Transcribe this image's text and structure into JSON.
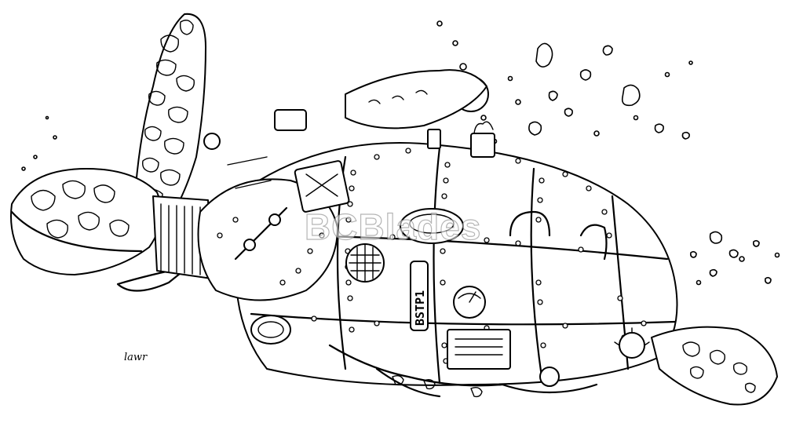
{
  "image": {
    "subject": "steampunk mechanical sea turtle line drawing",
    "style": "black ink on white",
    "watermark": "BCBlades",
    "hull_plate_label": "BSTP1",
    "signature": "lawr"
  },
  "colors": {
    "ink": "#000000",
    "paper": "#ffffff",
    "watermark_outline": "#787878"
  }
}
